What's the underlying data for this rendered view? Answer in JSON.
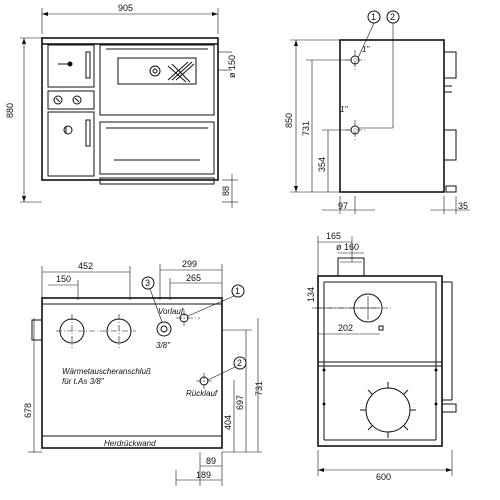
{
  "front_view": {
    "width": "905",
    "height": "880",
    "flue_diameter": "ø 150",
    "base_height": "88"
  },
  "side_view": {
    "callout_1": "1",
    "callout_2": "2",
    "connector_label_1": "1\"",
    "connector_label_2": "1\"",
    "height_total": "850",
    "height_upper_connector": "731",
    "height_lower_connector": "354",
    "depth_offset": "97",
    "rear_offset": "35"
  },
  "rear_view": {
    "dim_left": "452",
    "dim_150": "150",
    "dim_299": "299",
    "dim_265": "265",
    "callout_3": "3",
    "callout_1": "1",
    "callout_2": "2",
    "label_flow": "Vorlauf",
    "label_3_8": "3/8\"",
    "label_exchanger_line1": "Wärmetauscheranschluß",
    "label_exchanger_line2": "für t.As 3/8\"",
    "label_return": "Rücklauf",
    "label_back_wall": "Herdrückwand",
    "height_678": "678",
    "height_404": "404",
    "height_697": "697",
    "height_731": "731",
    "bottom_89": "89",
    "bottom_189": "189"
  },
  "top_view": {
    "dim_165": "165",
    "dim_diameter": "ø 160",
    "dim_134": "134",
    "dim_202": "202",
    "depth": "600"
  }
}
